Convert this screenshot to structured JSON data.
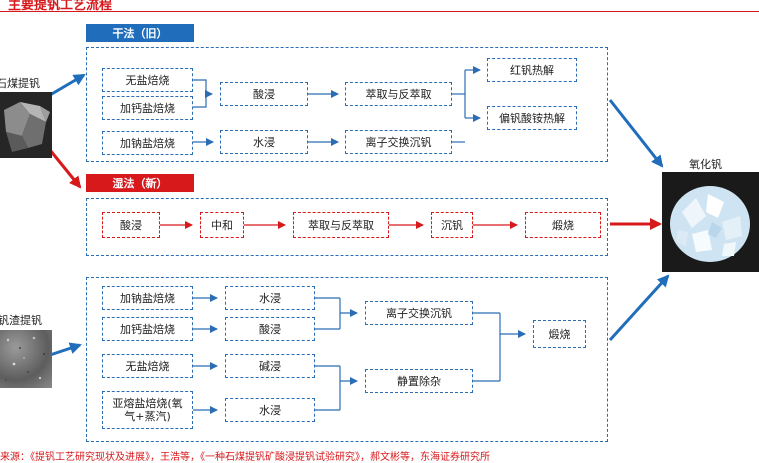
{
  "title": "主要提钒工艺流程",
  "dry": {
    "tag": "干法（旧）",
    "boxes": {
      "salt_free": "无盐焙烧",
      "ca_roast": "加钙盐焙烧",
      "na_roast": "加钠盐焙烧",
      "acid_leach": "酸浸",
      "water_leach": "水浸",
      "extract": "萃取与反萃取",
      "ion_exchange": "离子交换沉钒",
      "red_v": "红钒热解",
      "ammonium": "偏钒酸铵热解"
    }
  },
  "wet": {
    "tag": "湿法（新）",
    "boxes": {
      "acid_leach": "酸浸",
      "neutralize": "中和",
      "extract": "萃取与反萃取",
      "precipitate": "沉钒",
      "calcine": "煅烧"
    }
  },
  "slag": {
    "boxes": {
      "na_roast": "加钠盐焙烧",
      "ca_roast": "加钙盐焙烧",
      "salt_free": "无盐焙烧",
      "subsalt": "亚熔盐焙烧(氧气+蒸汽)",
      "water_leach_1": "水浸",
      "acid_leach": "酸浸",
      "alkali_leach": "碱浸",
      "water_leach_2": "水浸",
      "ion_exchange": "离子交换沉钒",
      "settle": "静置除杂",
      "calcine": "煅烧"
    }
  },
  "labels": {
    "stone_coal": "石煤提钒",
    "v_slag": "钒渣提钒",
    "v_oxide": "氧化钒"
  },
  "source": "来源：《提钒工艺研究现状及进展》，王浩等，《一种石煤提钒矿酸浸提钒试验研究》，郝文彬等，东海证券研究所",
  "colors": {
    "blue": "#1f6dbb",
    "red": "#d7191c"
  }
}
